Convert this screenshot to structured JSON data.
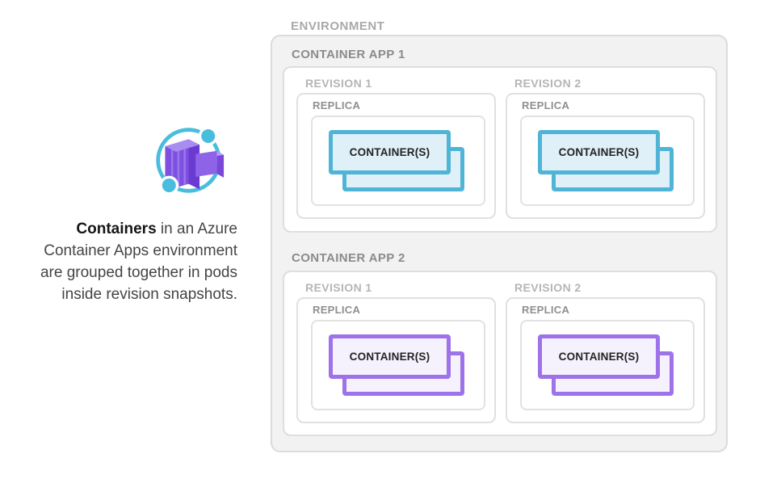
{
  "left_panel": {
    "icon_name": "azure-container-apps-icon",
    "caption": {
      "lead": "Containers",
      "line1_rest": " in an Azure",
      "line2": "Container Apps environment",
      "line3": "are grouped together in pods",
      "line4": "inside revision snapshots."
    }
  },
  "diagram": {
    "environment_label": "ENVIRONMENT",
    "container_apps": [
      {
        "label": "CONTAINER APP 1",
        "accent": {
          "border": "#4FB4D6",
          "fill": "#DFF0F8"
        },
        "revisions": [
          {
            "label": "REVISION 1",
            "replica": {
              "label": "REPLICA",
              "container_label": "CONTAINER(S)"
            }
          },
          {
            "label": "REVISION 2",
            "replica": {
              "label": "REPLICA",
              "container_label": "CONTAINER(S)"
            }
          }
        ]
      },
      {
        "label": "CONTAINER APP 2",
        "accent": {
          "border": "#9E72E9",
          "fill": "#F5F1FD"
        },
        "revisions": [
          {
            "label": "REVISION 1",
            "replica": {
              "label": "REPLICA",
              "container_label": "CONTAINER(S)"
            }
          },
          {
            "label": "REVISION 2",
            "replica": {
              "label": "REPLICA",
              "container_label": "CONTAINER(S)"
            }
          }
        ]
      }
    ]
  },
  "colors": {
    "environment_fill": "#F2F2F2",
    "environment_border": "#DBDBDB",
    "inner_box_border": "#DEDEDE",
    "environment_label_text": "#A9A9A9",
    "container_app_label_text": "#8B8B8B",
    "revision_label_text": "#B5B5B5",
    "replica_label_text": "#8F8F8F",
    "container_label_text": "#232323",
    "caption_text": "#454545",
    "icon_blue": "#49BDDE",
    "icon_purple": "#7E50E2"
  }
}
